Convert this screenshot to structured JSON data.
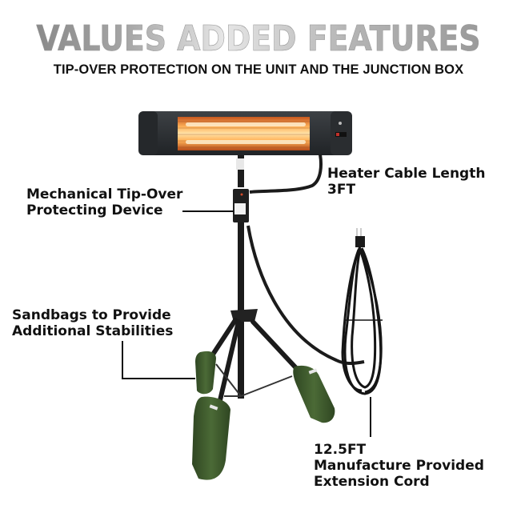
{
  "header": {
    "title": "VALUES ADDED FEATURES",
    "subtitle": "TIP-OVER PROTECTION ON THE UNIT AND THE JUNCTION BOX"
  },
  "callouts": {
    "heater_cable": {
      "line1": "Heater Cable Length",
      "line2": "3FT"
    },
    "tip_over": {
      "line1": "Mechanical Tip-Over",
      "line2": "Protecting Device"
    },
    "sandbags": {
      "line1": "Sandbags to Provide",
      "line2": "Additional Stabilities"
    },
    "extension_cord": {
      "line1": "12.5FT",
      "line2": "Manufacture Provided",
      "line3": "Extension Cord"
    }
  },
  "colors": {
    "heater_body": "#2b2e31",
    "heater_glow": "#f08a3a",
    "sandbag": "#3f5a2e",
    "text": "#111111"
  }
}
